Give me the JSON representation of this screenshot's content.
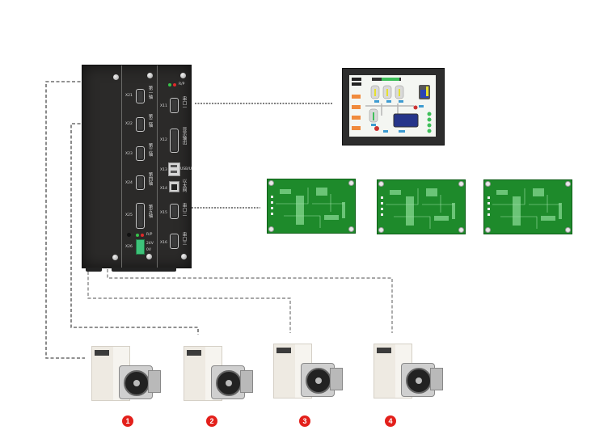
{
  "controller": {
    "left_module": {
      "ports": [
        {
          "id": "X21",
          "label": "第一轴"
        },
        {
          "id": "X22",
          "label": "第二轴"
        },
        {
          "id": "X23",
          "label": "第三轴"
        },
        {
          "id": "X24",
          "label": "第四轴"
        },
        {
          "id": "X25",
          "label": "第五轴"
        }
      ],
      "power": {
        "id": "X26",
        "run_label": "R/P",
        "v24": "24V",
        "v0": "0V"
      }
    },
    "right_module": {
      "run_label": "R/P",
      "ports": [
        {
          "id": "X11",
          "label": "串口一"
        },
        {
          "id": "X12",
          "label": "显示输出"
        },
        {
          "id": "X13",
          "label": "USB/U"
        },
        {
          "id": "X14",
          "label": "以太网"
        },
        {
          "id": "X15",
          "label": "串口二"
        },
        {
          "id": "X16",
          "label": "串口三"
        }
      ]
    }
  },
  "hmi": {
    "name": "hmi-touchscreen"
  },
  "io_boards": [
    {
      "name": "io-board-1"
    },
    {
      "name": "io-board-2"
    },
    {
      "name": "io-board-3"
    }
  ],
  "servos": [
    {
      "number": "1"
    },
    {
      "number": "2"
    },
    {
      "number": "3"
    },
    {
      "number": "4"
    }
  ],
  "colors": {
    "badge": "#e3201b",
    "wire": "#6e6e6e",
    "controller": "#2b2a29",
    "pcb": "#1e8a2b"
  }
}
